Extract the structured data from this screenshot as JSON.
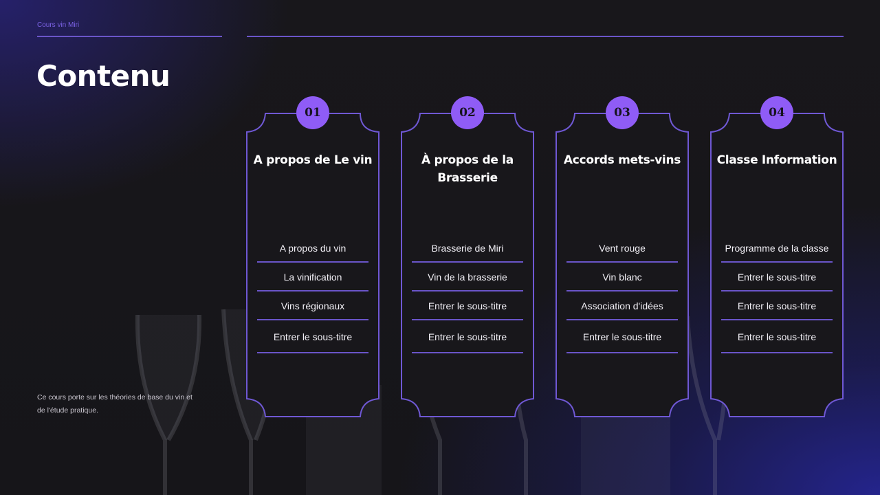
{
  "header": {
    "brand": "Cours vin Miri",
    "title": "Contenu"
  },
  "description": "Ce cours porte sur les théories de base du vin et de l'étude pratique.",
  "colors": {
    "accent": "#8f5cf6",
    "rule": "#6a55c9",
    "background": "#17161a",
    "gradient_blue": "#24248c"
  },
  "cards": [
    {
      "number": "01",
      "title": "A propos de Le vin",
      "items": [
        "A propos du vin",
        "La vinification",
        "Vins régionaux",
        "Entrer le sous-titre"
      ]
    },
    {
      "number": "02",
      "title": "À propos de la Brasserie",
      "items": [
        "Brasserie de Miri",
        "Vin de la brasserie",
        "Entrer le sous-titre",
        "Entrer le sous-titre"
      ]
    },
    {
      "number": "03",
      "title": "Accords mets-vins",
      "items": [
        "Vent rouge",
        "Vin blanc",
        "Association d'idées",
        "Entrer le sous-titre"
      ]
    },
    {
      "number": "04",
      "title": "Classe Information",
      "items": [
        "Programme de la classe",
        "Entrer le sous-titre",
        "Entrer le sous-titre",
        "Entrer le sous-titre"
      ]
    }
  ]
}
